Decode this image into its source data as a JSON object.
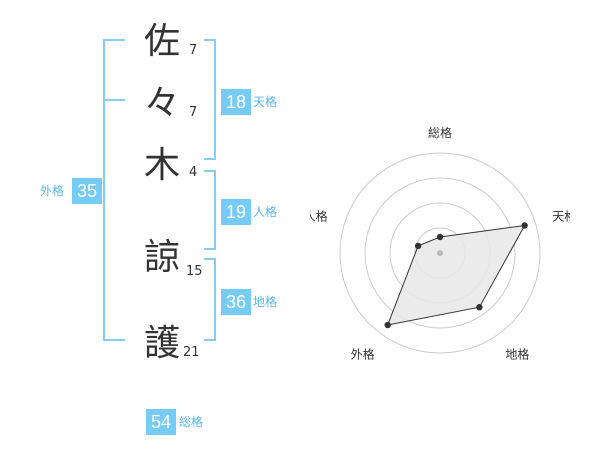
{
  "name_chars": [
    {
      "char": "佐",
      "strokes": "7"
    },
    {
      "char": "々",
      "strokes": "7"
    },
    {
      "char": "木",
      "strokes": "4"
    },
    {
      "char": "諒",
      "strokes": "15"
    },
    {
      "char": "護",
      "strokes": "21"
    }
  ],
  "fortunes": {
    "tenkaku": {
      "value": "18",
      "label": "天格"
    },
    "jinkaku": {
      "value": "19",
      "label": "人格"
    },
    "chikaku": {
      "value": "36",
      "label": "地格"
    },
    "gaikaku": {
      "value": "35",
      "label": "外格"
    },
    "soukaku": {
      "value": "54",
      "label": "総格"
    }
  },
  "radar": {
    "axes": [
      "総格",
      "天格",
      "地格",
      "外格",
      "人格"
    ],
    "values": [
      0.16,
      0.89,
      0.67,
      0.89,
      0.23
    ],
    "ring_count": 4,
    "colors": {
      "fill": "#e8e8e8",
      "stroke": "#333333",
      "ring": "#cccccc",
      "point": "#333333",
      "center": "#bbbbbb"
    }
  }
}
